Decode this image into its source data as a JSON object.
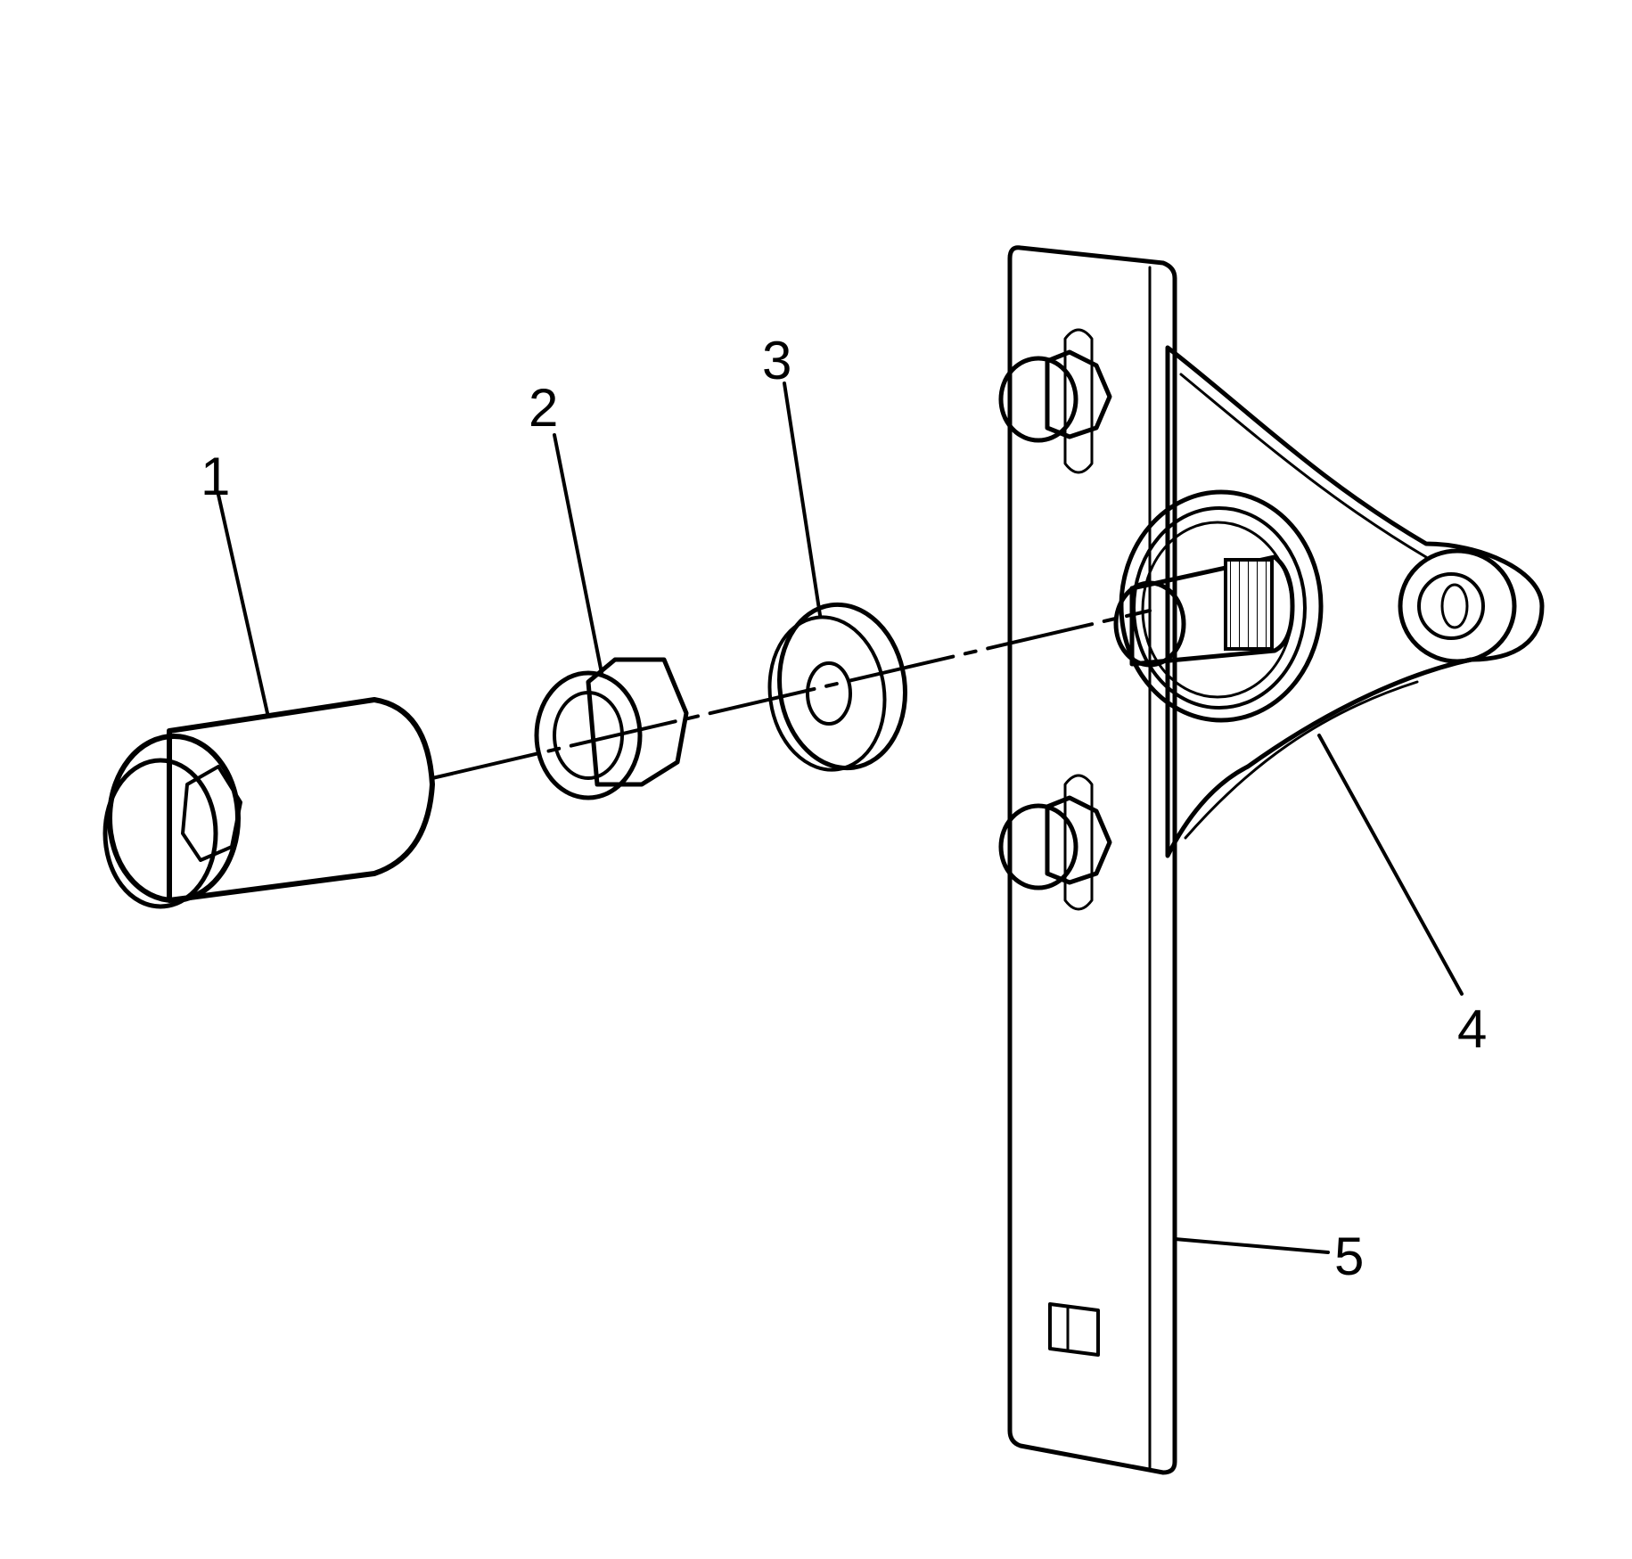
{
  "callouts": [
    {
      "id": "1",
      "label": "1"
    },
    {
      "id": "2",
      "label": "2"
    },
    {
      "id": "3",
      "label": "3"
    },
    {
      "id": "4",
      "label": "4"
    },
    {
      "id": "5",
      "label": "5"
    }
  ],
  "colors": {
    "ink": "#000000",
    "paper": "#ffffff",
    "stipple": "#000000"
  }
}
